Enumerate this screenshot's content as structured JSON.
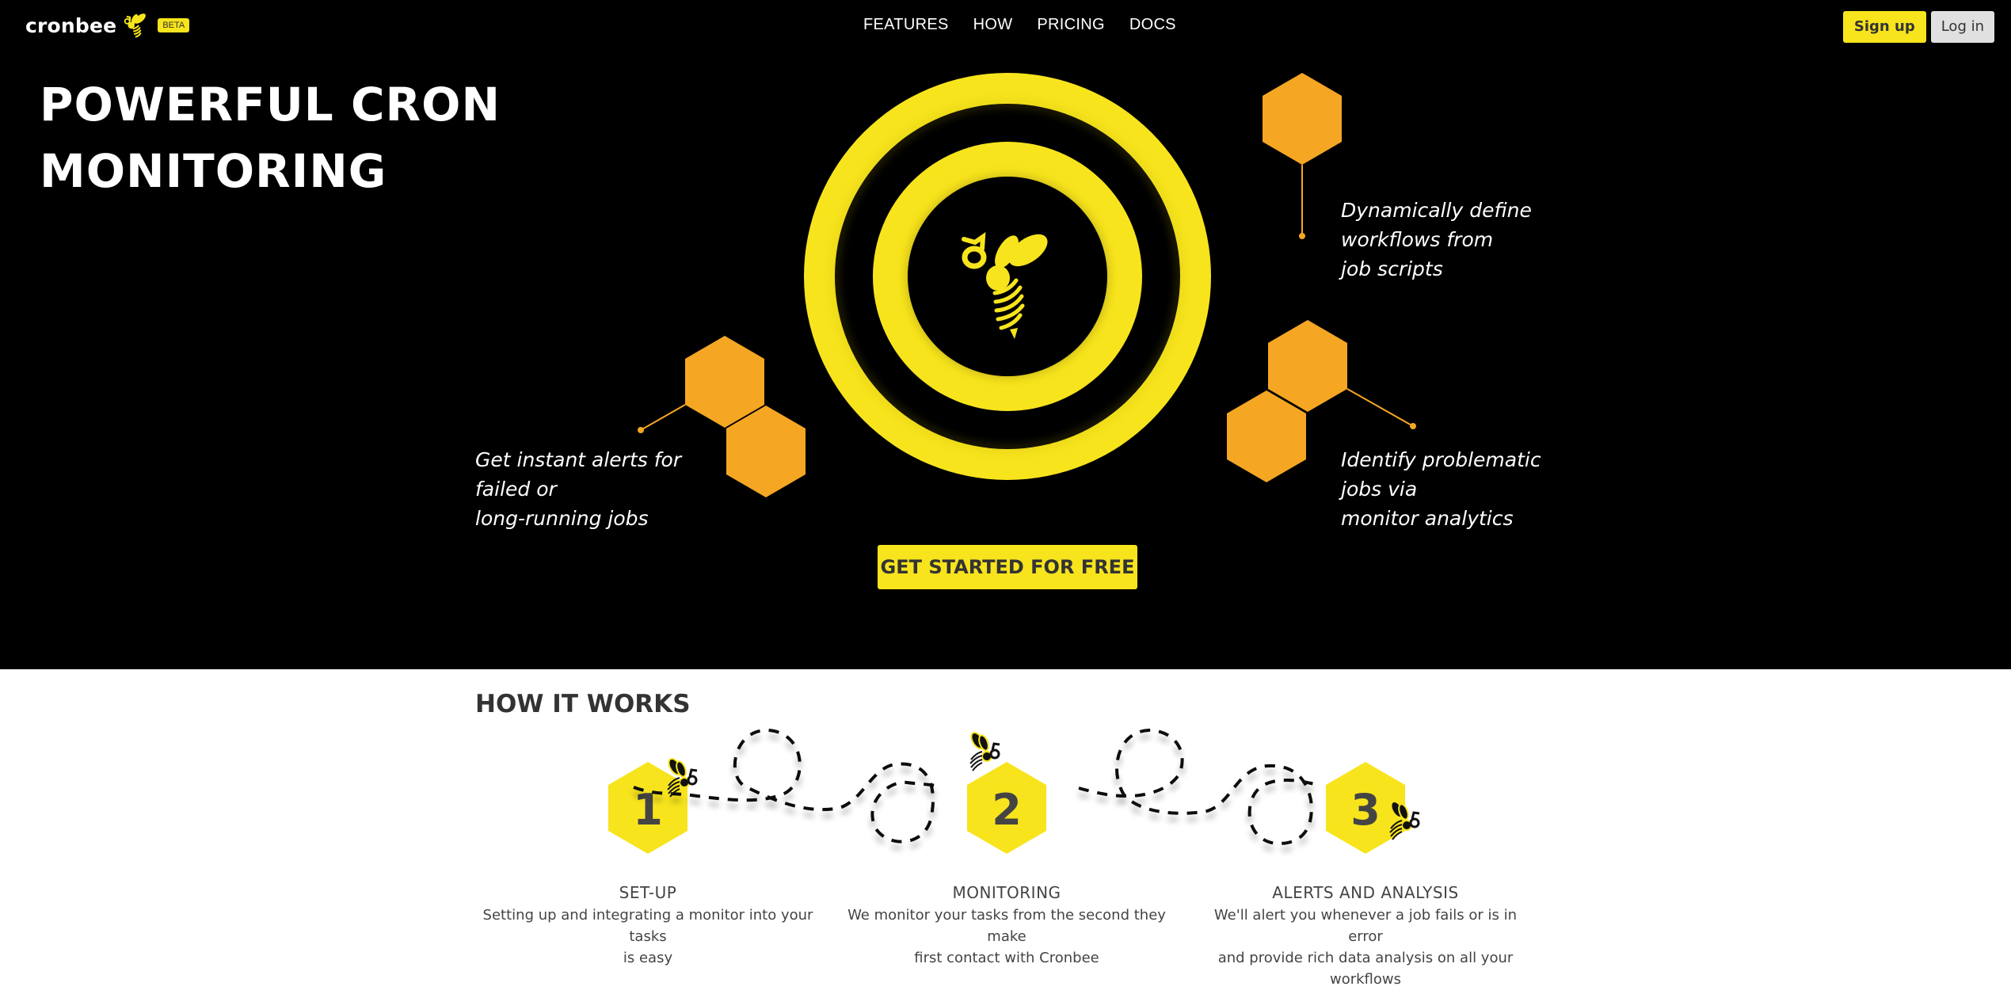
{
  "nav": {
    "brand": "cronbee",
    "badge": "BETA",
    "links": [
      {
        "label": "FEATURES"
      },
      {
        "label": "HOW"
      },
      {
        "label": "PRICING"
      },
      {
        "label": "DOCS"
      }
    ],
    "signup_label": "Sign up",
    "login_label": "Log in"
  },
  "hero": {
    "title_line1": "POWERFUL CRON",
    "title_line2": "MONITORING",
    "features": [
      {
        "lines": [
          "Dynamically define",
          "workflows from",
          "job scripts"
        ]
      },
      {
        "lines": [
          "Get instant alerts for",
          "failed or",
          "long-running jobs"
        ]
      },
      {
        "lines": [
          "Identify problematic",
          "jobs via",
          "monitor analytics"
        ]
      }
    ],
    "cta_label": "GET STARTED FOR FREE",
    "icons": {
      "center": "bee-icon",
      "hexagons": "hexagon-icon"
    }
  },
  "how": {
    "title": "HOW IT WORKS",
    "steps": [
      {
        "number": "1",
        "title": "SET-UP",
        "desc_lines": [
          "Setting up and integrating a monitor into your tasks",
          "is easy"
        ]
      },
      {
        "number": "2",
        "title": "MONITORING",
        "desc_lines": [
          "We monitor your tasks from the second they make",
          "first contact with Cronbee"
        ]
      },
      {
        "number": "3",
        "title": "ALERTS AND ANALYSIS",
        "desc_lines": [
          "We'll alert you whenever a job fails or is in error",
          "and provide rich data analysis on all your",
          "workflows"
        ]
      }
    ]
  },
  "colors": {
    "brand_yellow": "#f7e41d",
    "hex_orange": "#f5a623",
    "hero_bg": "#000000",
    "text_dark": "#333333"
  }
}
